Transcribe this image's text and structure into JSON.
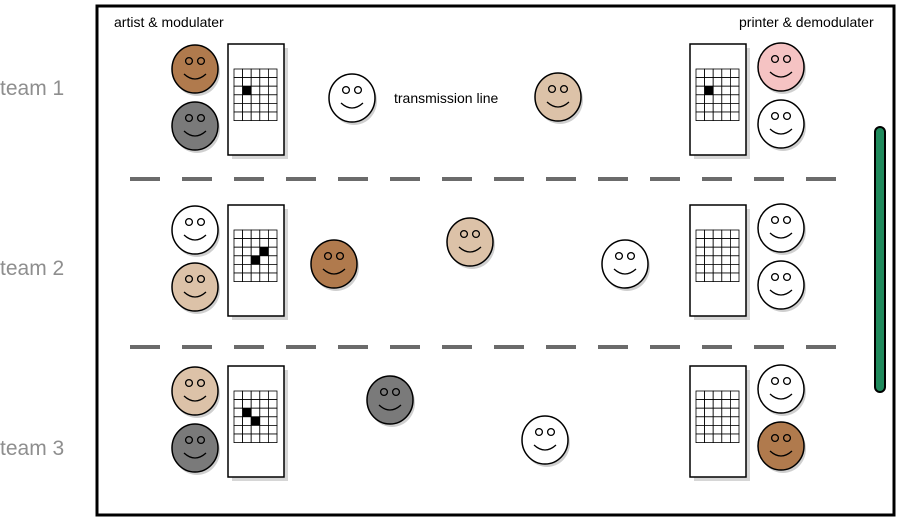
{
  "labels": {
    "left_header": "artist & modulater",
    "right_header": "printer & demodulater",
    "middle": "transmission line"
  },
  "teams": [
    {
      "label": "team 1",
      "sender_faces": [
        "brown",
        "gray"
      ],
      "receiver_faces": [
        "pink",
        "white"
      ],
      "sender_grid_filled": [
        [
          1,
          2
        ]
      ],
      "receiver_grid_filled": [
        [
          1,
          2
        ]
      ],
      "line_faces": [
        "white",
        "tan"
      ]
    },
    {
      "label": "team 2",
      "sender_faces": [
        "white",
        "tan"
      ],
      "receiver_faces": [
        "white",
        "white"
      ],
      "sender_grid_filled": [
        [
          3,
          2
        ],
        [
          2,
          3
        ]
      ],
      "receiver_grid_filled": [],
      "line_faces": [
        "brown",
        "tan",
        "white"
      ]
    },
    {
      "label": "team 3",
      "sender_faces": [
        "tan",
        "gray"
      ],
      "receiver_faces": [
        "white",
        "brown"
      ],
      "sender_grid_filled": [
        [
          1,
          2
        ],
        [
          2,
          3
        ]
      ],
      "receiver_grid_filled": [],
      "line_faces": [
        "gray",
        "white"
      ]
    }
  ],
  "colors": {
    "brown": "#b07a4d",
    "gray": "#7a7a7a",
    "tan": "#dcc2a8",
    "white": "#ffffff",
    "pink": "#f5c3c3",
    "divider": "#6b6b6b",
    "handle": "#1f8a5c",
    "team_label": "#8e8e8e"
  },
  "icons": {
    "face": "smiley-face-icon",
    "grid": "pixel-grid-icon",
    "handle": "handle-bar-icon"
  }
}
